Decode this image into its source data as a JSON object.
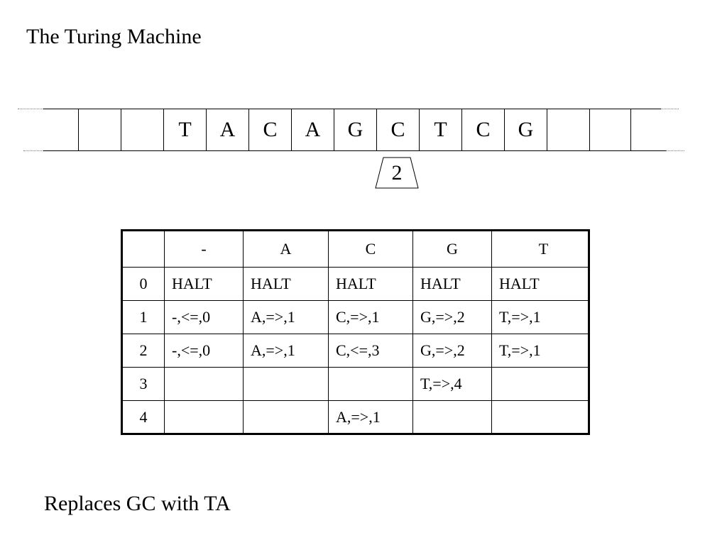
{
  "title": "The Turing Machine",
  "tape": {
    "cells": [
      "",
      "",
      "",
      "T",
      "A",
      "C",
      "A",
      "G",
      "C",
      "T",
      "C",
      "G",
      "",
      "",
      ""
    ]
  },
  "head": {
    "state": "2",
    "cell_index": 8
  },
  "table": {
    "header": [
      "",
      "-",
      "A",
      "C",
      "G",
      "T"
    ],
    "rows": [
      {
        "state": "0",
        "cells": [
          "HALT",
          "HALT",
          "HALT",
          "HALT",
          "HALT"
        ]
      },
      {
        "state": "1",
        "cells": [
          "-,<=,0",
          "A,=>,1",
          "C,=>,1",
          "G,=>,2",
          "T,=>,1"
        ]
      },
      {
        "state": "2",
        "cells": [
          "-,<=,0",
          "A,=>,1",
          "C,<=,3",
          "G,=>,2",
          "T,=>,1"
        ]
      },
      {
        "state": "3",
        "cells": [
          "",
          "",
          "",
          "T,=>,4",
          ""
        ]
      },
      {
        "state": "4",
        "cells": [
          "",
          "",
          "A,=>,1",
          "",
          ""
        ]
      }
    ]
  },
  "caption": "Replaces GC with TA"
}
